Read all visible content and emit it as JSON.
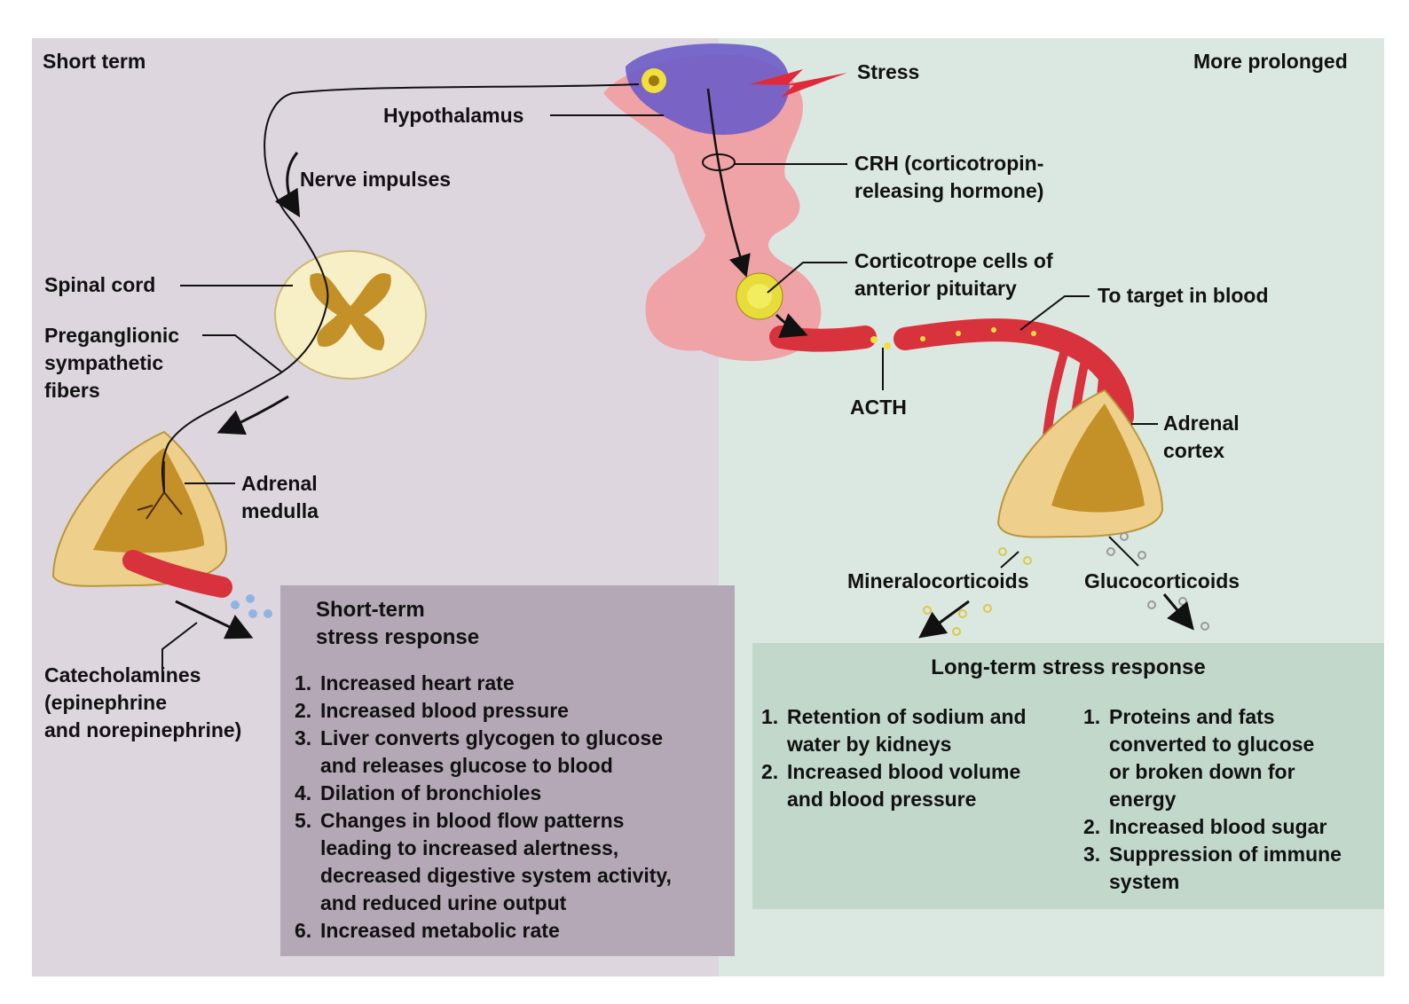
{
  "colors": {
    "left_panel": "#ddd6df",
    "right_panel": "#dbe8e1",
    "short_box": "#b4a7b6",
    "long_box": "#c1d8cb",
    "hypothalamus": "#6b5cc8",
    "pituitary": "#f0a3a6",
    "vessel": "#d8323c",
    "gland": "#eed08c",
    "gland_core": "#c49028",
    "spinal_cord": "#f7efc6",
    "stress_bolt": "#e02a3a"
  },
  "headers": {
    "short_term": "Short term",
    "more_prolonged": "More prolonged"
  },
  "labels": {
    "stress": "Stress",
    "hypothalamus": "Hypothalamus",
    "nerve_impulses": "Nerve impulses",
    "spinal_cord": "Spinal cord",
    "preganglionic": [
      "Preganglionic",
      "sympathetic",
      "fibers"
    ],
    "adrenal_medulla": [
      "Adrenal",
      "medulla"
    ],
    "catecholamines": [
      "Catecholamines",
      "(epinephrine",
      "and norepinephrine)"
    ],
    "crh": [
      "CRH (corticotropin-",
      "releasing hormone)"
    ],
    "corticotrope": [
      "Corticotrope cells of",
      "anterior pituitary"
    ],
    "to_target": "To target in blood",
    "acth": "ACTH",
    "adrenal_cortex": [
      "Adrenal",
      "cortex"
    ],
    "mineralocorticoids": "Mineralocorticoids",
    "glucocorticoids": "Glucocorticoids"
  },
  "short_term_box": {
    "title": [
      "Short-term",
      "stress response"
    ],
    "items": [
      {
        "num": "1.",
        "lines": [
          "Increased heart rate"
        ]
      },
      {
        "num": "2.",
        "lines": [
          "Increased blood pressure"
        ]
      },
      {
        "num": "3.",
        "lines": [
          "Liver converts glycogen to glucose",
          "and releases glucose to blood"
        ]
      },
      {
        "num": "4.",
        "lines": [
          "Dilation of bronchioles"
        ]
      },
      {
        "num": "5.",
        "lines": [
          "Changes in blood flow patterns",
          "leading to increased alertness,",
          "decreased digestive system activity,",
          "and reduced urine output"
        ]
      },
      {
        "num": "6.",
        "lines": [
          "Increased metabolic rate"
        ]
      }
    ]
  },
  "long_term_box": {
    "title": "Long-term stress response",
    "mineralo_items": [
      {
        "num": "1.",
        "lines": [
          "Retention of sodium and",
          "water by kidneys"
        ]
      },
      {
        "num": "2.",
        "lines": [
          "Increased blood volume",
          "and blood pressure"
        ]
      }
    ],
    "gluco_items": [
      {
        "num": "1.",
        "lines": [
          "Proteins and fats",
          "converted to glucose",
          "or broken down for",
          "energy"
        ]
      },
      {
        "num": "2.",
        "lines": [
          "Increased blood sugar"
        ]
      },
      {
        "num": "3.",
        "lines": [
          "Suppression of immune",
          "system"
        ]
      }
    ]
  }
}
